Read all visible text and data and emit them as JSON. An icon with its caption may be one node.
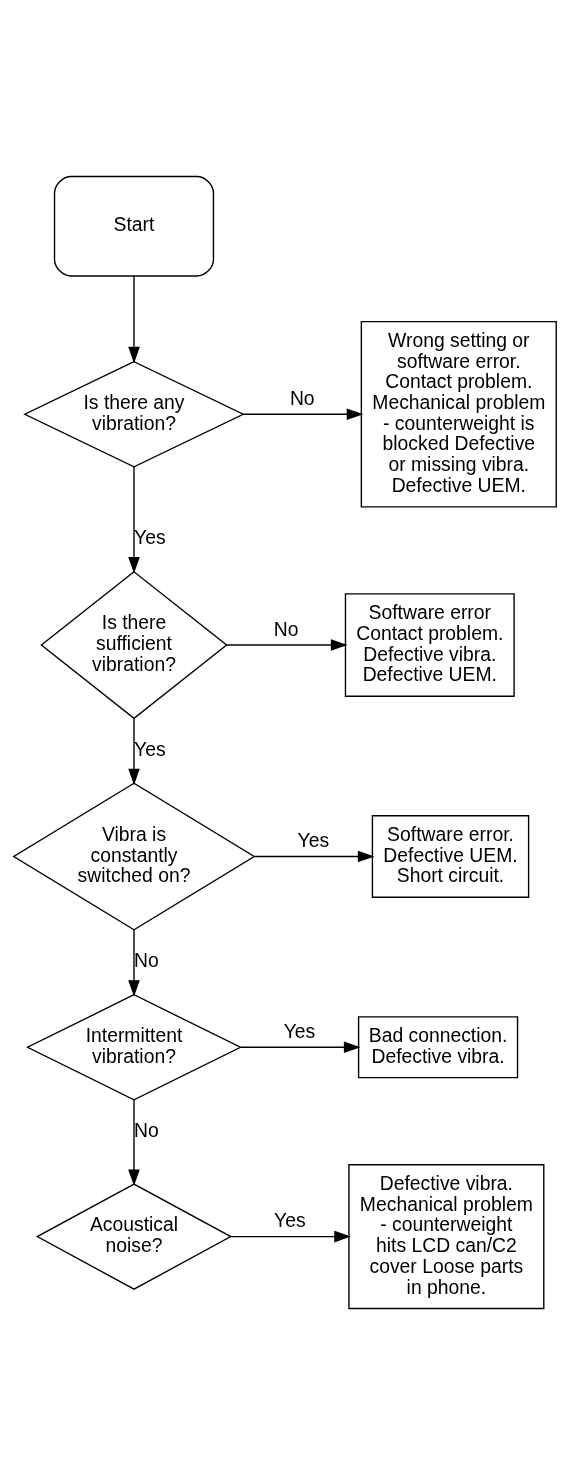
{
  "diagram": {
    "nodes": [
      {
        "text": [
          "Start"
        ]
      },
      {
        "text": [
          "Is there any vibration?"
        ]
      },
      {
        "text": [
          "Wrong setting or software error. Contact problem. Mechanical problem - counterweight is blocked Defective or missing vibra. Defective UEM."
        ]
      },
      {
        "text": [
          "Is there sufficient vibration?"
        ]
      },
      {
        "text": [
          "Software error Contact problem. Defective vibra. Defective UEM."
        ]
      },
      {
        "text": [
          "Vibra is constantly switched on?"
        ]
      },
      {
        "text": [
          "Software error. Defective UEM. Short circuit."
        ]
      },
      {
        "text": [
          "Intermittent vibration?"
        ]
      },
      {
        "text": [
          "Bad connection. Defective vibra."
        ]
      },
      {
        "text": [
          "Acoustical noise?"
        ]
      },
      {
        "text": [
          "Defective vibra. Mechanical problem - counterweight hits LCD can/C2 cover Loose parts in phone."
        ]
      }
    ],
    "edges": [
      {
        "from": 0,
        "to": 1,
        "arrow": "to"
      },
      {
        "from": 1,
        "to": 2,
        "arrow": "to",
        "label": "No"
      },
      {
        "from": 1,
        "to": 3,
        "arrow": "to",
        "label": "Yes"
      },
      {
        "from": 3,
        "to": 4,
        "arrow": "to",
        "label": "No"
      },
      {
        "from": 3,
        "to": 5,
        "arrow": "to",
        "label": "Yes"
      },
      {
        "from": 5,
        "to": 6,
        "arrow": "to",
        "label": "Yes"
      },
      {
        "from": 5,
        "to": 7,
        "arrow": "to",
        "label": "No"
      },
      {
        "from": 7,
        "to": 8,
        "arrow": "to",
        "label": "Yes"
      },
      {
        "from": 7,
        "to": 9,
        "arrow": "to",
        "label": "No"
      },
      {
        "from": 9,
        "to": 10,
        "arrow": "to",
        "label": "Yes"
      }
    ]
  }
}
